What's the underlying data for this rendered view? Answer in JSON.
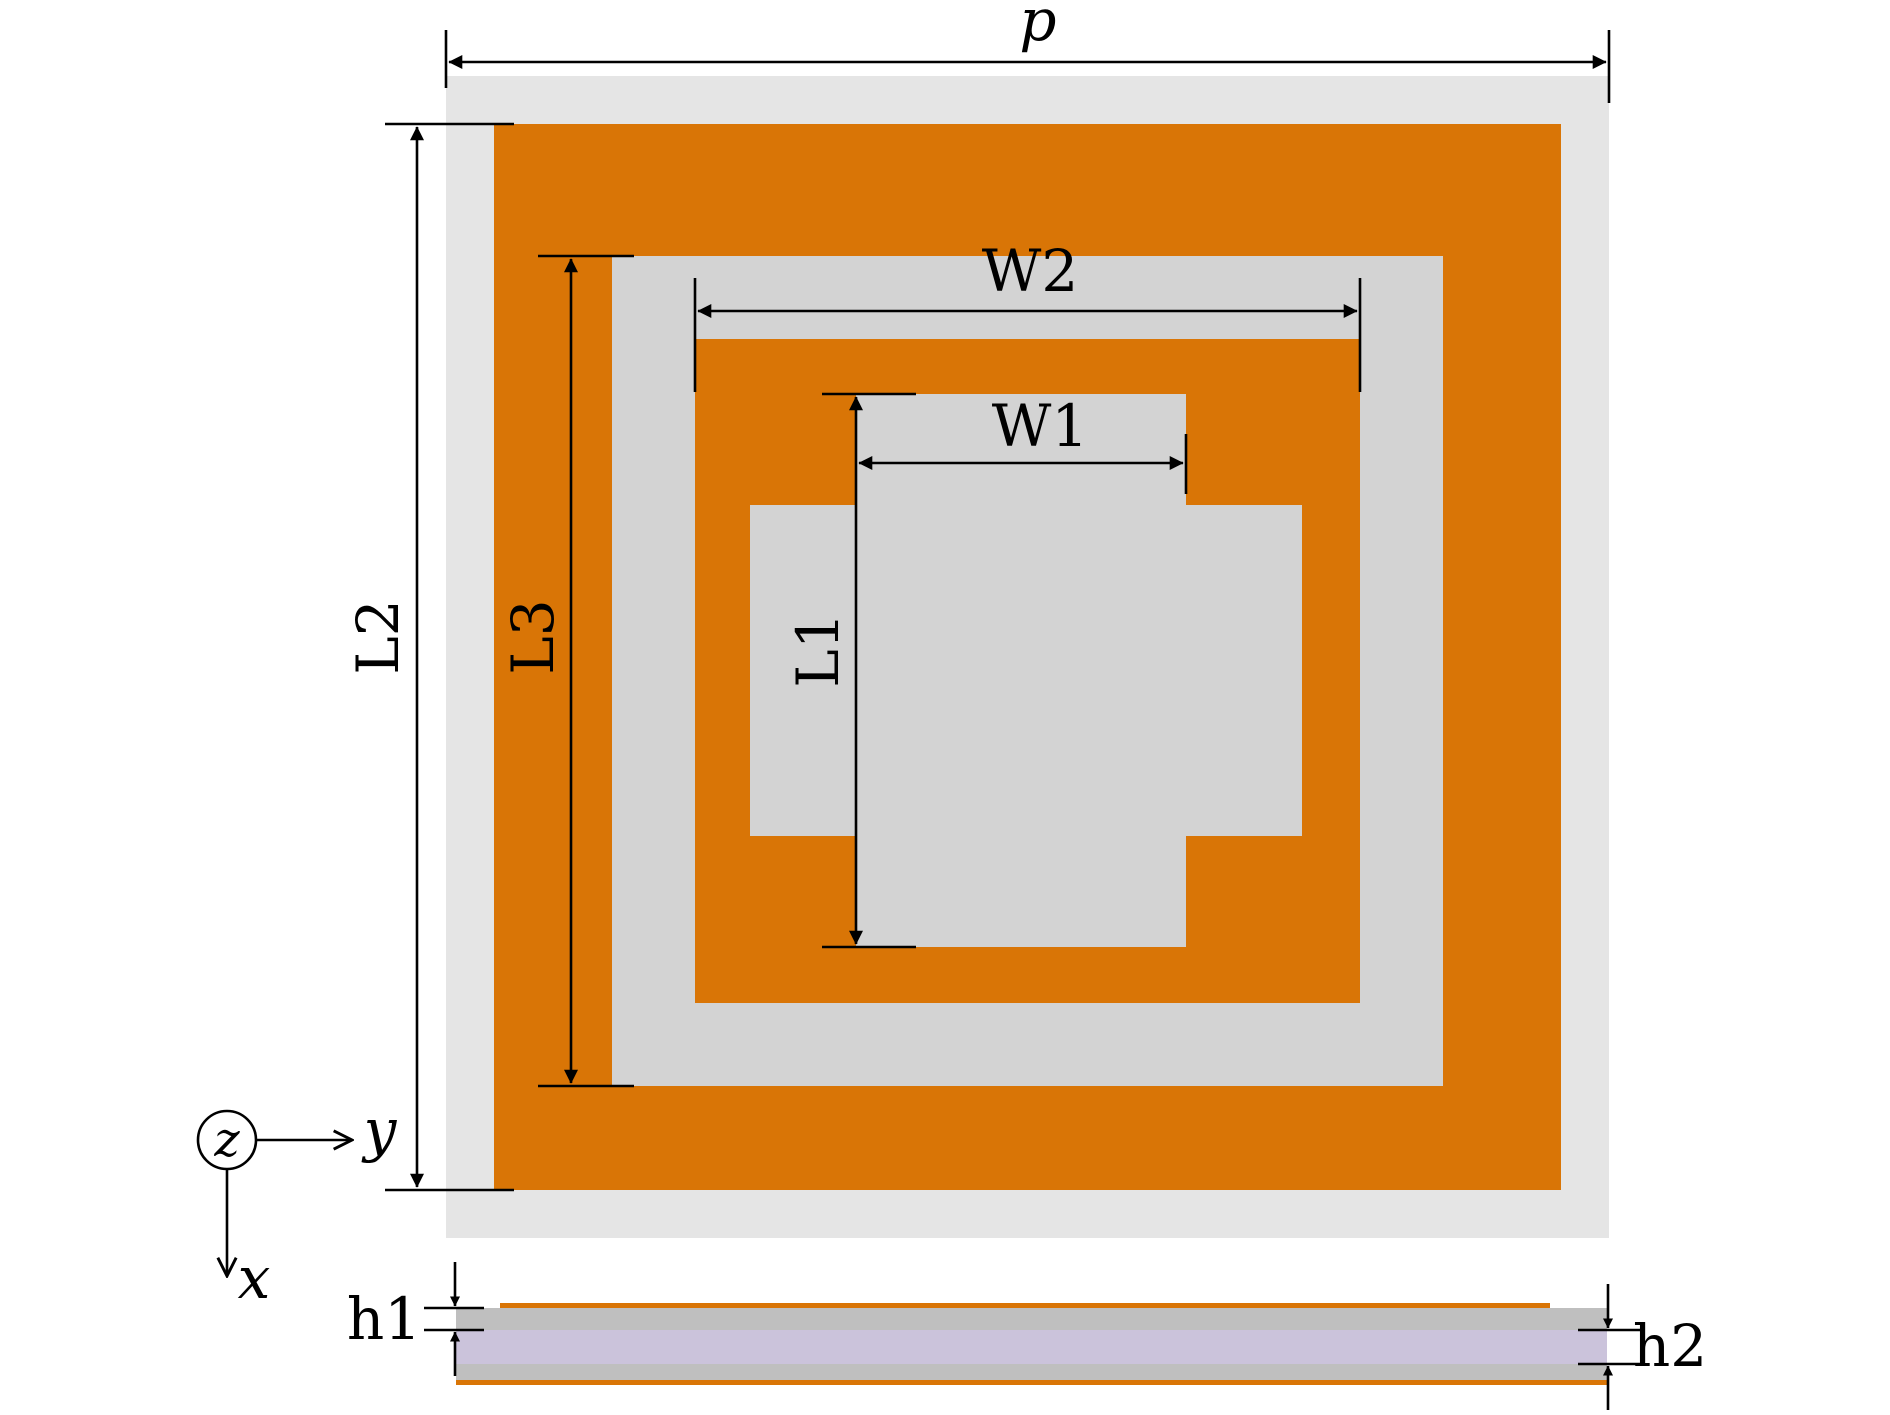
{
  "labels": {
    "p": "p",
    "L2": "L2",
    "L3": "L3",
    "L1": "L1",
    "W2": "W2",
    "W1": "W1",
    "h1": "h1",
    "h2": "h2",
    "axis_z": "z",
    "axis_y": "y",
    "axis_x": "x"
  },
  "colors": {
    "substrate_light": "#e5e5e5",
    "copper": "#d97506",
    "slot_gray": "#d3d3d3",
    "layer_gray": "#bfbfbf",
    "spacer_lavender": "#cbc3db",
    "line": "#000000"
  }
}
